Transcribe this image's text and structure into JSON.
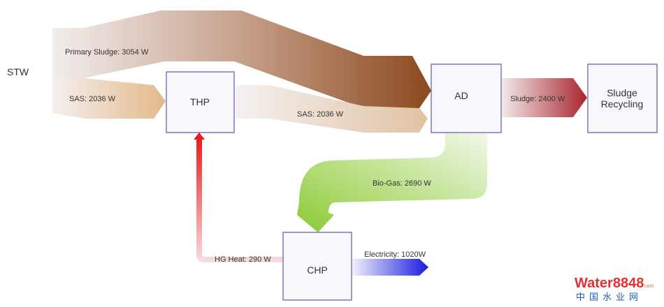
{
  "nodes": {
    "stw": "STW",
    "thp": "THP",
    "ad": "AD",
    "chp": "CHP",
    "sludge_recycling_line1": "Sludge",
    "sludge_recycling_line2": "Recycling"
  },
  "flows": {
    "primary_sludge": "Primary Sludge: 3054 W",
    "sas_in": "SAS: 2036 W",
    "sas_out": "SAS: 2036 W",
    "sludge": "Sludge: 2400 W",
    "biogas": "Bio-Gas: 2690 W",
    "hg_heat": "HG Heat: 290 W",
    "electricity": "Electricity: 1020W"
  },
  "watermark": {
    "brand": "Water8848",
    "suffix": ".com",
    "chinese": "中国水业网"
  },
  "colors": {
    "sludge_brown": "#8b4a1e",
    "sas_tan": "#e2b98a",
    "sludge_red": "#a8242c",
    "biogas_green": "#8ac934",
    "heat_red": "#ee1111",
    "electricity_blue": "#1a1ae0",
    "box_border": "#6a62b8"
  }
}
